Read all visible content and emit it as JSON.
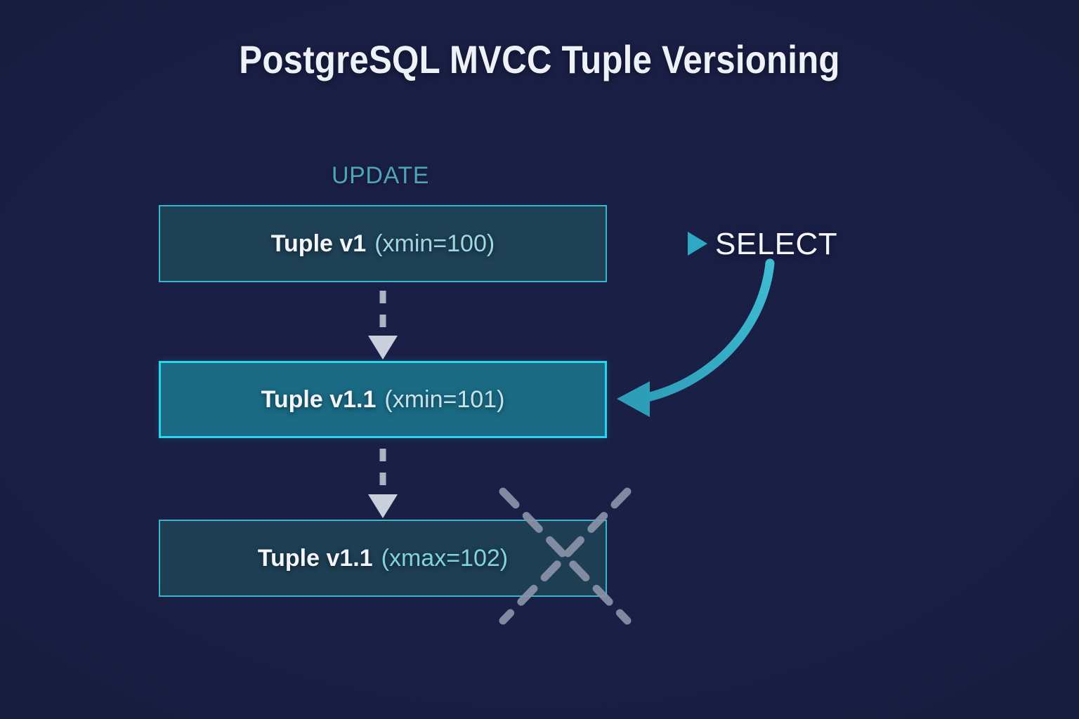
{
  "title": "PostgreSQL MVCC Tuple Versioning",
  "labels": {
    "update": "UPDATE",
    "select": "SELECT"
  },
  "boxes": [
    {
      "id": "tuple-v1",
      "label": "Tuple v1",
      "meta": "(xmin=100)",
      "state": "old-version",
      "fill": "#1e4156",
      "border": "#37b6cc"
    },
    {
      "id": "tuple-v11-live",
      "label": "Tuple v1.1",
      "meta": "(xmin=101)",
      "state": "current-version",
      "fill": "#1a6a84",
      "border": "#2ad3ee"
    },
    {
      "id": "tuple-v11-dead",
      "label": "Tuple v1.1",
      "meta": "(xmax=102)",
      "state": "dead-version",
      "fill": "#1e3e53",
      "border": "#37b6cc"
    }
  ],
  "arrows": {
    "update_chain_style": "dashed",
    "update_chain_color": "#aab2c4",
    "select_to_v1_color": "#2fa8c4",
    "select_to_v11_color": "#2e9eb8",
    "dead_mark_color": "#8a93a8"
  },
  "colors": {
    "background": "#1a1f45",
    "accent_teal": "#2ad3ee",
    "accent_muted_teal": "#4fa3b8",
    "text_primary": "#f2f5fb"
  }
}
